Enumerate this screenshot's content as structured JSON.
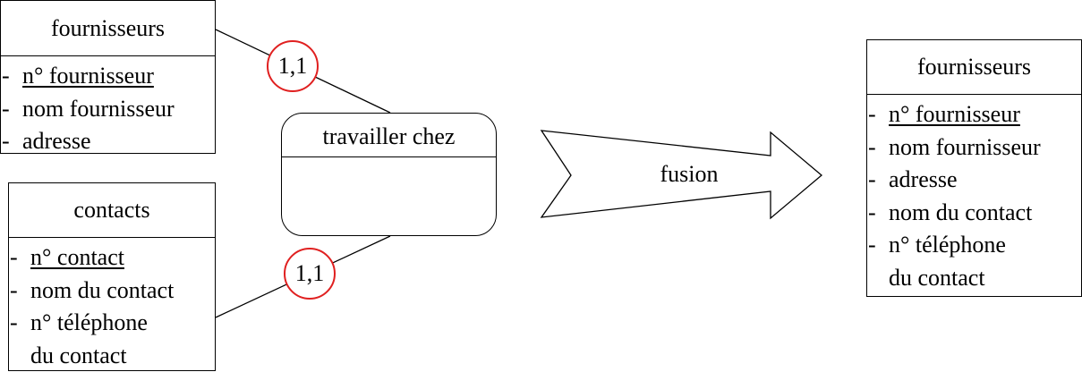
{
  "left_entity_fournisseurs": {
    "title": "fournisseurs",
    "attributes": [
      {
        "text": "n° fournisseur",
        "identifier": true
      },
      {
        "text": "nom fournisseur",
        "identifier": false
      },
      {
        "text": "adresse",
        "identifier": false
      }
    ]
  },
  "left_entity_contacts": {
    "title": "contacts",
    "attributes": [
      {
        "text": "n° contact",
        "identifier": true
      },
      {
        "text": "nom du contact",
        "identifier": false
      },
      {
        "text": "n° téléphone",
        "identifier": false
      },
      {
        "text": "du contact",
        "identifier": false,
        "continuation": true
      }
    ]
  },
  "association": {
    "title": "travailler chez",
    "cardinality_top": "1,1",
    "cardinality_bottom": "1,1"
  },
  "arrow": {
    "label": "fusion"
  },
  "right_entity_fournisseurs": {
    "title": "fournisseurs",
    "attributes": [
      {
        "text": "n° fournisseur",
        "identifier": true
      },
      {
        "text": "nom fournisseur",
        "identifier": false
      },
      {
        "text": "adresse",
        "identifier": false
      },
      {
        "text": "nom du contact",
        "identifier": false
      },
      {
        "text": "n° téléphone",
        "identifier": false
      },
      {
        "text": "du contact",
        "identifier": false,
        "continuation": true
      }
    ]
  },
  "colors": {
    "line": "#000000",
    "cardinality_circle": "#e02020",
    "background": "#ffffff"
  },
  "list_marker": "-"
}
